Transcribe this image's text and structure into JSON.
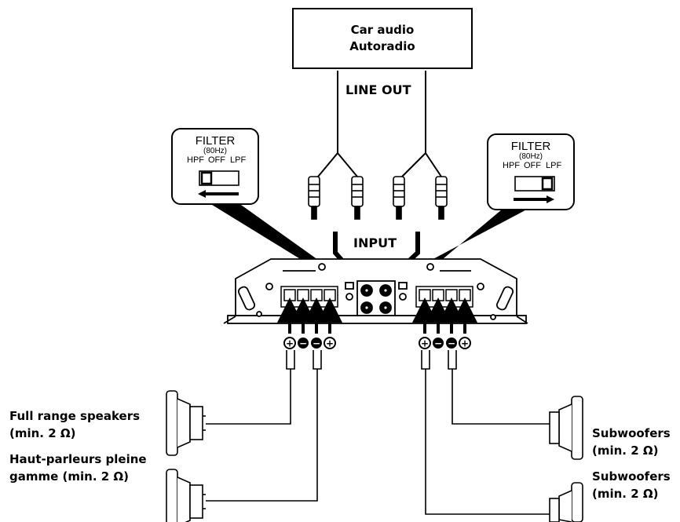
{
  "source": {
    "line1": "Car audio",
    "line2": "Autoradio"
  },
  "line_out": "LINE OUT",
  "input": "INPUT",
  "filter_left": {
    "title": "FILTER",
    "freq": "(80Hz)",
    "hpf": "HPF",
    "off": "OFF",
    "lpf": "LPF",
    "position": "HPF"
  },
  "filter_right": {
    "title": "FILTER",
    "freq": "(80Hz)",
    "hpf": "HPF",
    "off": "OFF",
    "lpf": "LPF",
    "position": "LPF"
  },
  "left_speakers": {
    "en_line1": "Full range speakers",
    "en_line2": "(min. 2 Ω)",
    "fr_line1": "Haut-parleurs pleine",
    "fr_line2": "gamme (min. 2 Ω)"
  },
  "right_speakers": {
    "top_line1": "Subwoofers",
    "top_line2": "(min. 2 Ω)",
    "bottom_line1": "Subwoofers",
    "bottom_line2": "(min. 2 Ω)"
  },
  "terminal_polarity": [
    "+",
    "−",
    "−",
    "+"
  ]
}
